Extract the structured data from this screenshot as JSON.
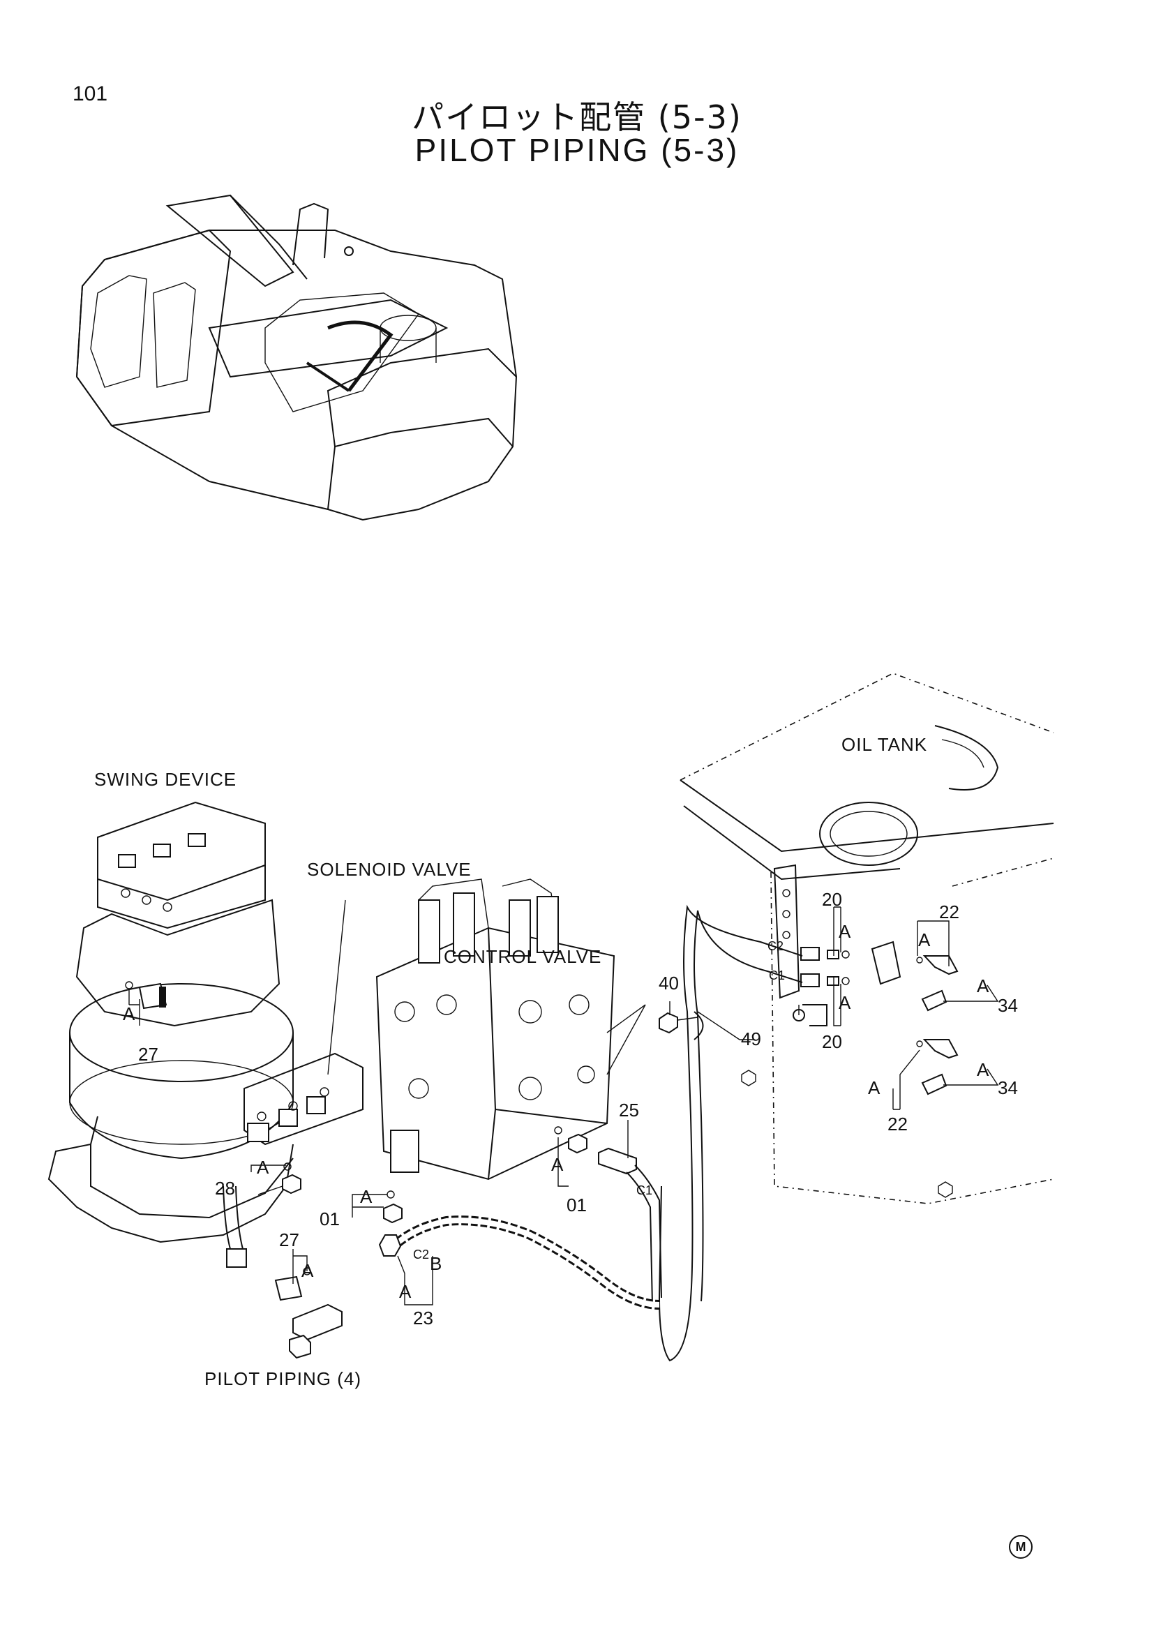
{
  "page": {
    "number": "101"
  },
  "title": {
    "japanese": "パイロット配管 (5-3)",
    "english": "PILOT PIPING (5-3)"
  },
  "callouts": {
    "oil_tank": "OIL TANK",
    "swing_device": "SWING DEVICE",
    "solenoid_valve": "SOLENOID VALVE",
    "control_valve": "CONTROL VALVE",
    "pilot_piping_4": "PILOT PIPING (4)"
  },
  "part_numbers": {
    "p20_top": "20",
    "p20_bottom": "20",
    "p22_top": "22",
    "p22_bottom": "22",
    "p34_top": "34",
    "p34_bottom": "34",
    "p40": "40",
    "p49": "49",
    "p25": "25",
    "p27_top": "27",
    "p27_bottom": "27",
    "p28": "28",
    "p01_left": "01",
    "p01_right": "01",
    "p23": "23"
  },
  "port_labels": {
    "c2_tank": "C2",
    "c1_tank": "C1",
    "c1_pipe": "C1",
    "c2_hose": "C2",
    "a": "A",
    "b": "B"
  },
  "footer": {
    "mark": "M"
  }
}
